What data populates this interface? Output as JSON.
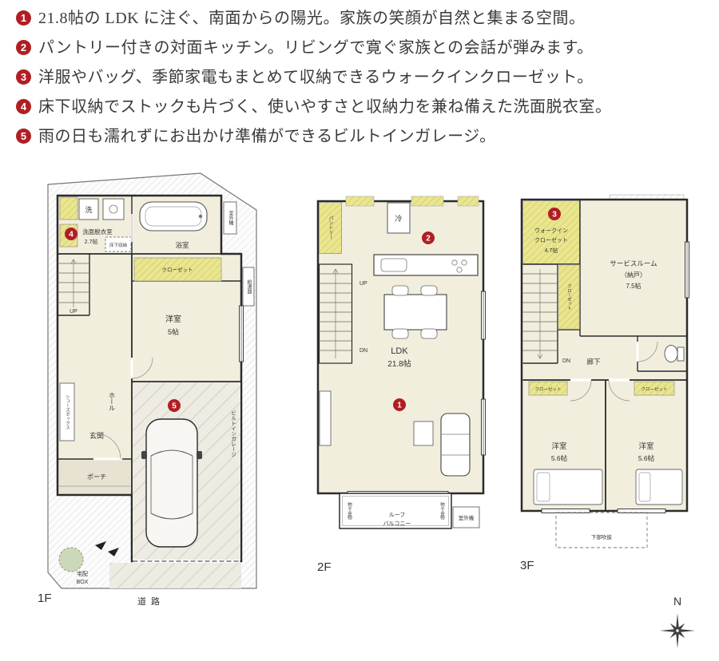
{
  "features": [
    {
      "num": "1",
      "text": "21.8帖の LDK に注ぐ、南面からの陽光。家族の笑顔が自然と集まる空間。"
    },
    {
      "num": "2",
      "text": "パントリー付きの対面キッチン。リビングで寛ぐ家族との会話が弾みます。"
    },
    {
      "num": "3",
      "text": "洋服やバッグ、季節家電もまとめて収納できるウォークインクローゼット。"
    },
    {
      "num": "4",
      "text": "床下収納でストックも片づく、使いやすさと収納力を兼ね備えた洗面脱衣室。"
    },
    {
      "num": "5",
      "text": "雨の日も濡れずにお出かけ準備ができるビルトインガレージ。"
    }
  ],
  "markers": {
    "m1": "1",
    "m2": "2",
    "m3": "3",
    "m4": "4",
    "m5": "5"
  },
  "colors": {
    "marker_red": "#b01e24",
    "room_cream": "#f2eedd",
    "closet_yellow": "#eae68f",
    "wall": "#2b2b2b"
  },
  "floor1": {
    "label": "1F",
    "road": "道路",
    "rooms": {
      "washer": "洗",
      "laundry": "洗面脱衣室",
      "laundry_size": "2.7帖",
      "underfloor": "床下収納",
      "bath": "浴室",
      "outdoor_unit": "室外機",
      "up": "UP",
      "closet": "クローゼット",
      "water_heater": "給湯器",
      "bedroom": "洋室",
      "bedroom_size": "5帖",
      "hall": "ホール",
      "shoe_box": "シューズボックス",
      "entrance": "玄関",
      "porch": "ポーチ",
      "garage": "ビルトインガレージ",
      "delivery1": "宅配",
      "delivery2": "BOX"
    }
  },
  "floor2": {
    "label": "2F",
    "rooms": {
      "pantry": "パントリー",
      "fridge": "冷",
      "up": "UP",
      "dn": "DN",
      "ldk": "LDK",
      "ldk_size": "21.8帖",
      "hoshi_left": "物干金物",
      "hoshi_right": "物干金物",
      "balcony1": "ルーフ",
      "balcony2": "バルコニー",
      "outdoor_unit": "室外機"
    }
  },
  "floor3": {
    "label": "3F",
    "rooms": {
      "wic1": "ウォークイン",
      "wic2": "クローゼット",
      "wic_size": "4.7帖",
      "service1": "サービスルーム",
      "service2": "（納戸）",
      "service_size": "7.5帖",
      "closet_tall": "クローゼット",
      "dn": "DN",
      "hallway": "廊下",
      "closet_left": "クローゼット",
      "closet_right": "クローゼット",
      "bedroom1": "洋室",
      "bedroom1_size": "5.6帖",
      "bedroom2": "洋室",
      "bedroom2_size": "5.6帖",
      "void": "下部吹抜"
    }
  },
  "compass": {
    "north": "N"
  }
}
